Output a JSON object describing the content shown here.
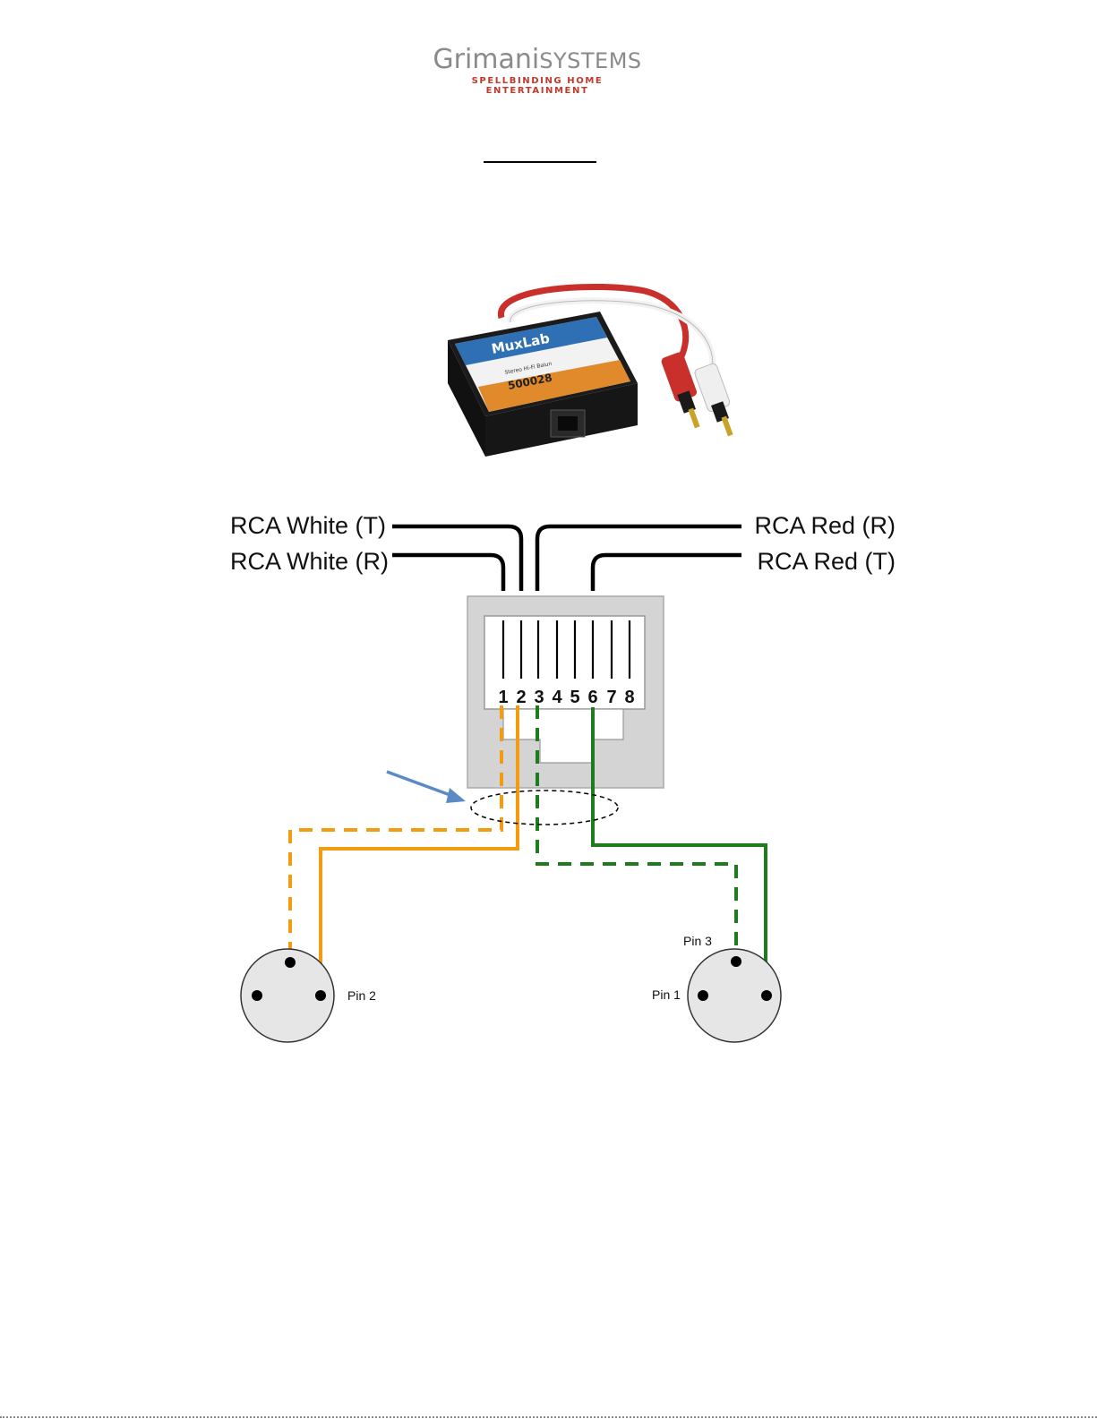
{
  "header": {
    "logo_brand": "Grimani",
    "logo_suffix": "SYSTEMS",
    "logo_tagline": "SPELLBINDING HOME ENTERTAINMENT"
  },
  "product": {
    "brand": "MuxLab",
    "model": "500028",
    "subtitle": "Stereo Hi-Fi Balun"
  },
  "wires": {
    "white_tip": "RCA White (T)",
    "white_ring": "RCA White (R)",
    "red_ring": "RCA Red (R)",
    "red_tip": "RCA Red (T)"
  },
  "jack": {
    "pins": [
      "1",
      "2",
      "3",
      "4",
      "5",
      "6",
      "7",
      "8"
    ]
  },
  "xlr_left": {
    "pin_label": "Pin 2"
  },
  "xlr_right": {
    "pin3_label": "Pin 3",
    "pin1_label": "Pin 1"
  },
  "colors": {
    "orange": "#f39c12",
    "green": "#1e7b1e",
    "arrow": "#5b8ac6",
    "logo_red": "#c0392b",
    "jack_gray": "#d3d3d3"
  }
}
